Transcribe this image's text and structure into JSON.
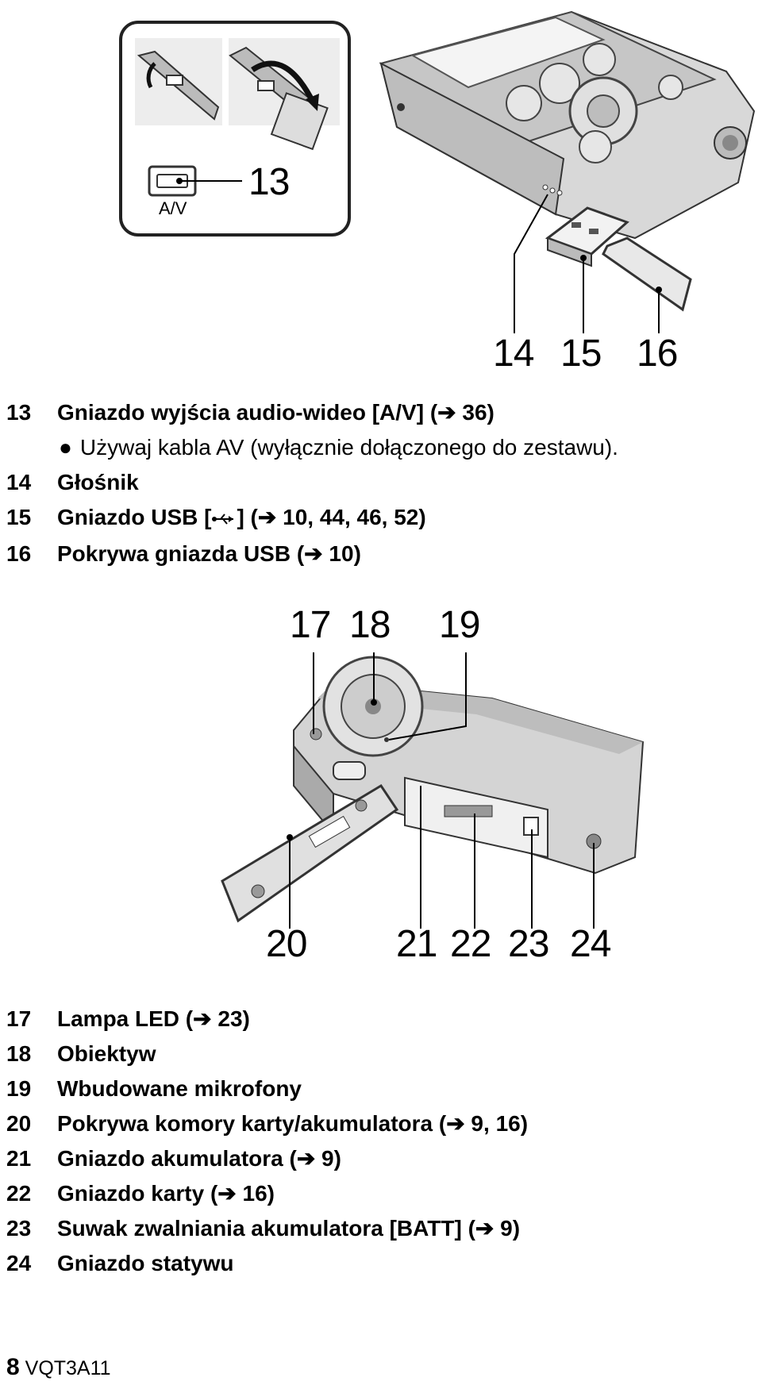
{
  "callouts_top": [
    "13",
    "14",
    "15",
    "16"
  ],
  "inset_label": "A/V",
  "top_items": [
    {
      "num": "13",
      "text": "Gniazdo wyjścia audio-wideo [A/V] (➔ 36)"
    },
    {
      "num": "14",
      "text": "Głośnik"
    },
    {
      "num": "15",
      "text_pre": "Gniazdo USB [",
      "text_post": "] (➔ 10, 44, 46, 52)",
      "icon": "usb-icon"
    },
    {
      "num": "16",
      "text": "Pokrywa gniazda USB (➔ 10)"
    }
  ],
  "top_bullet": "Używaj kabla AV (wyłącznie dołączonego do zestawu).",
  "callouts_bottom_top": [
    "17",
    "18",
    "19"
  ],
  "callouts_bottom_bottom": [
    "20",
    "21",
    "22",
    "23",
    "24"
  ],
  "bottom_items": [
    {
      "num": "17",
      "text": "Lampa LED (➔ 23)"
    },
    {
      "num": "18",
      "text": "Obiektyw"
    },
    {
      "num": "19",
      "text": "Wbudowane mikrofony"
    },
    {
      "num": "20",
      "text": "Pokrywa komory karty/akumulatora (➔ 9, 16)"
    },
    {
      "num": "21",
      "text": "Gniazdo akumulatora (➔ 9)"
    },
    {
      "num": "22",
      "text": "Gniazdo karty (➔ 16)"
    },
    {
      "num": "23",
      "text": "Suwak zwalniania akumulatora [BATT] (➔ 9)"
    },
    {
      "num": "24",
      "text": "Gniazdo statywu"
    }
  ],
  "footer": {
    "page": "8",
    "code": "VQT3A11"
  }
}
